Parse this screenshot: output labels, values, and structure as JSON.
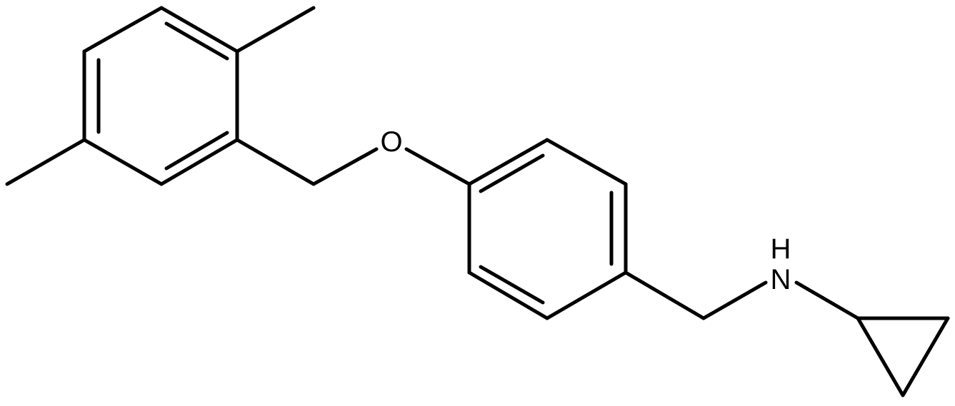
{
  "molecule": {
    "atoms": {
      "oxygen": "O",
      "nitrogen": "N",
      "hydrogen": "H"
    },
    "bond_color": "#000000",
    "background_color": "#ffffff"
  }
}
